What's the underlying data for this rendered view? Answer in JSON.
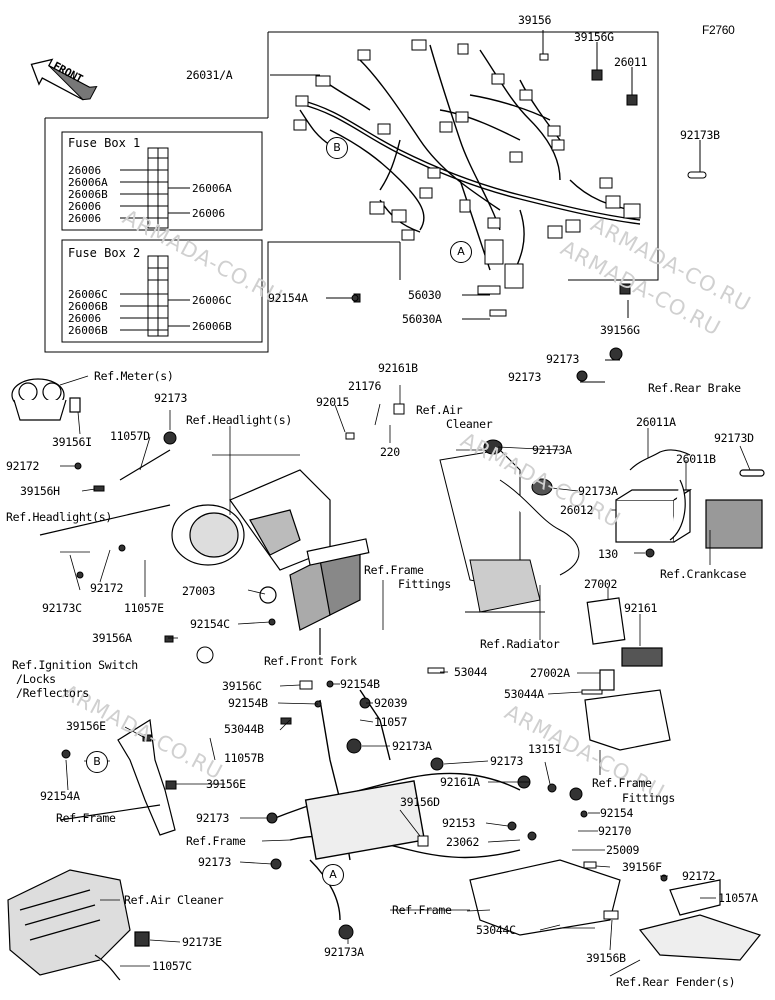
{
  "diagram_code": "F2760",
  "front_label": "FRONT",
  "watermark": "ARMADA-CO.RU",
  "fuse_box_1": {
    "title": "Fuse Box 1",
    "left_items": [
      "26006",
      "26006A",
      "26006B",
      "26006",
      "26006"
    ],
    "right_items": [
      "26006A",
      "26006"
    ]
  },
  "fuse_box_2": {
    "title": "Fuse Box 2",
    "left_items": [
      "26006C",
      "26006B",
      "26006",
      "26006B"
    ],
    "right_items": [
      "26006C",
      "26006B"
    ]
  },
  "callouts": {
    "a": "A",
    "b": "B"
  },
  "labels": {
    "l_39156": "39156",
    "l_39156g_top": "39156G",
    "l_26011": "26011",
    "l_26031a": "26031/A",
    "l_92173b": "92173B",
    "l_92154a_top": "92154A",
    "l_56030": "56030",
    "l_56030a": "56030A",
    "l_39156g_bot": "39156G",
    "l_92173_rb1": "92173",
    "l_92173_rb2": "92173",
    "l_ref_rear_brake": "Ref.Rear Brake",
    "l_ref_meter": "Ref.Meter(s)",
    "l_39156i": "39156I",
    "l_92173_m": "92173",
    "l_11057d": "11057D",
    "l_92172_l": "92172",
    "l_39156h": "39156H",
    "l_ref_headlight_l": "Ref.Headlight(s)",
    "l_92173c": "92173C",
    "l_92172_c": "92172",
    "l_11057e": "11057E",
    "l_ref_headlight_t": "Ref.Headlight(s)",
    "l_92015": "92015",
    "l_21176": "21176",
    "l_92161b": "92161B",
    "l_220": "220",
    "l_ref_air_cleaner_1": "Ref.Air",
    "l_ref_air_cleaner_2": "Cleaner",
    "l_92173a_1": "92173A",
    "l_92173a_2": "92173A",
    "l_26011a": "26011A",
    "l_92173d": "92173D",
    "l_26011b": "26011B",
    "l_26012": "26012",
    "l_130": "130",
    "l_ref_crankcase": "Ref.Crankcase",
    "l_27003": "27003",
    "l_92154c": "92154C",
    "l_ref_frame_fit_1": "Ref.Frame",
    "l_ref_frame_fit_2": "Fittings",
    "l_ref_front_fork": "Ref.Front Fork",
    "l_ref_radiator": "Ref.Radiator",
    "l_27002": "27002",
    "l_92161": "92161",
    "l_39156a": "39156A",
    "l_ref_ign_1": "Ref.Ignition Switch",
    "l_ref_ign_2": "/Locks",
    "l_ref_ign_3": "/Reflectors",
    "l_53044": "53044",
    "l_27002a": "27002A",
    "l_53044a": "53044A",
    "l_39156c": "39156C",
    "l_92154b_1": "92154B",
    "l_92154b_2": "92154B",
    "l_92039": "92039",
    "l_11057": "11057",
    "l_53044b": "53044B",
    "l_11057b": "11057B",
    "l_92173a_3": "92173A",
    "l_39156e_1": "39156E",
    "l_39156e_2": "39156E",
    "l_92154a_b": "92154A",
    "l_ref_frame_1": "Ref.Frame",
    "l_92173_f": "92173",
    "l_92161a": "92161A",
    "l_13151": "13151",
    "l_ref_frame_fit2_1": "Ref.Frame",
    "l_ref_frame_fit2_2": "Fittings",
    "l_92154": "92154",
    "l_92173_s1": "92173",
    "l_ref_frame_2": "Ref.Frame",
    "l_39156d": "39156D",
    "l_92153": "92153",
    "l_92170": "92170",
    "l_23062": "23062",
    "l_25009": "25009",
    "l_92173_s2": "92173",
    "l_39156f": "39156F",
    "l_92172_r": "92172",
    "l_11057a": "11057A",
    "l_ref_air_cleaner_b": "Ref.Air Cleaner",
    "l_92173e": "92173E",
    "l_11057c": "11057C",
    "l_92173a_4": "92173A",
    "l_ref_frame_3": "Ref.Frame",
    "l_53044c": "53044C",
    "l_39156b": "39156B",
    "l_ref_rear_fender": "Ref.Rear Fender(s)"
  }
}
